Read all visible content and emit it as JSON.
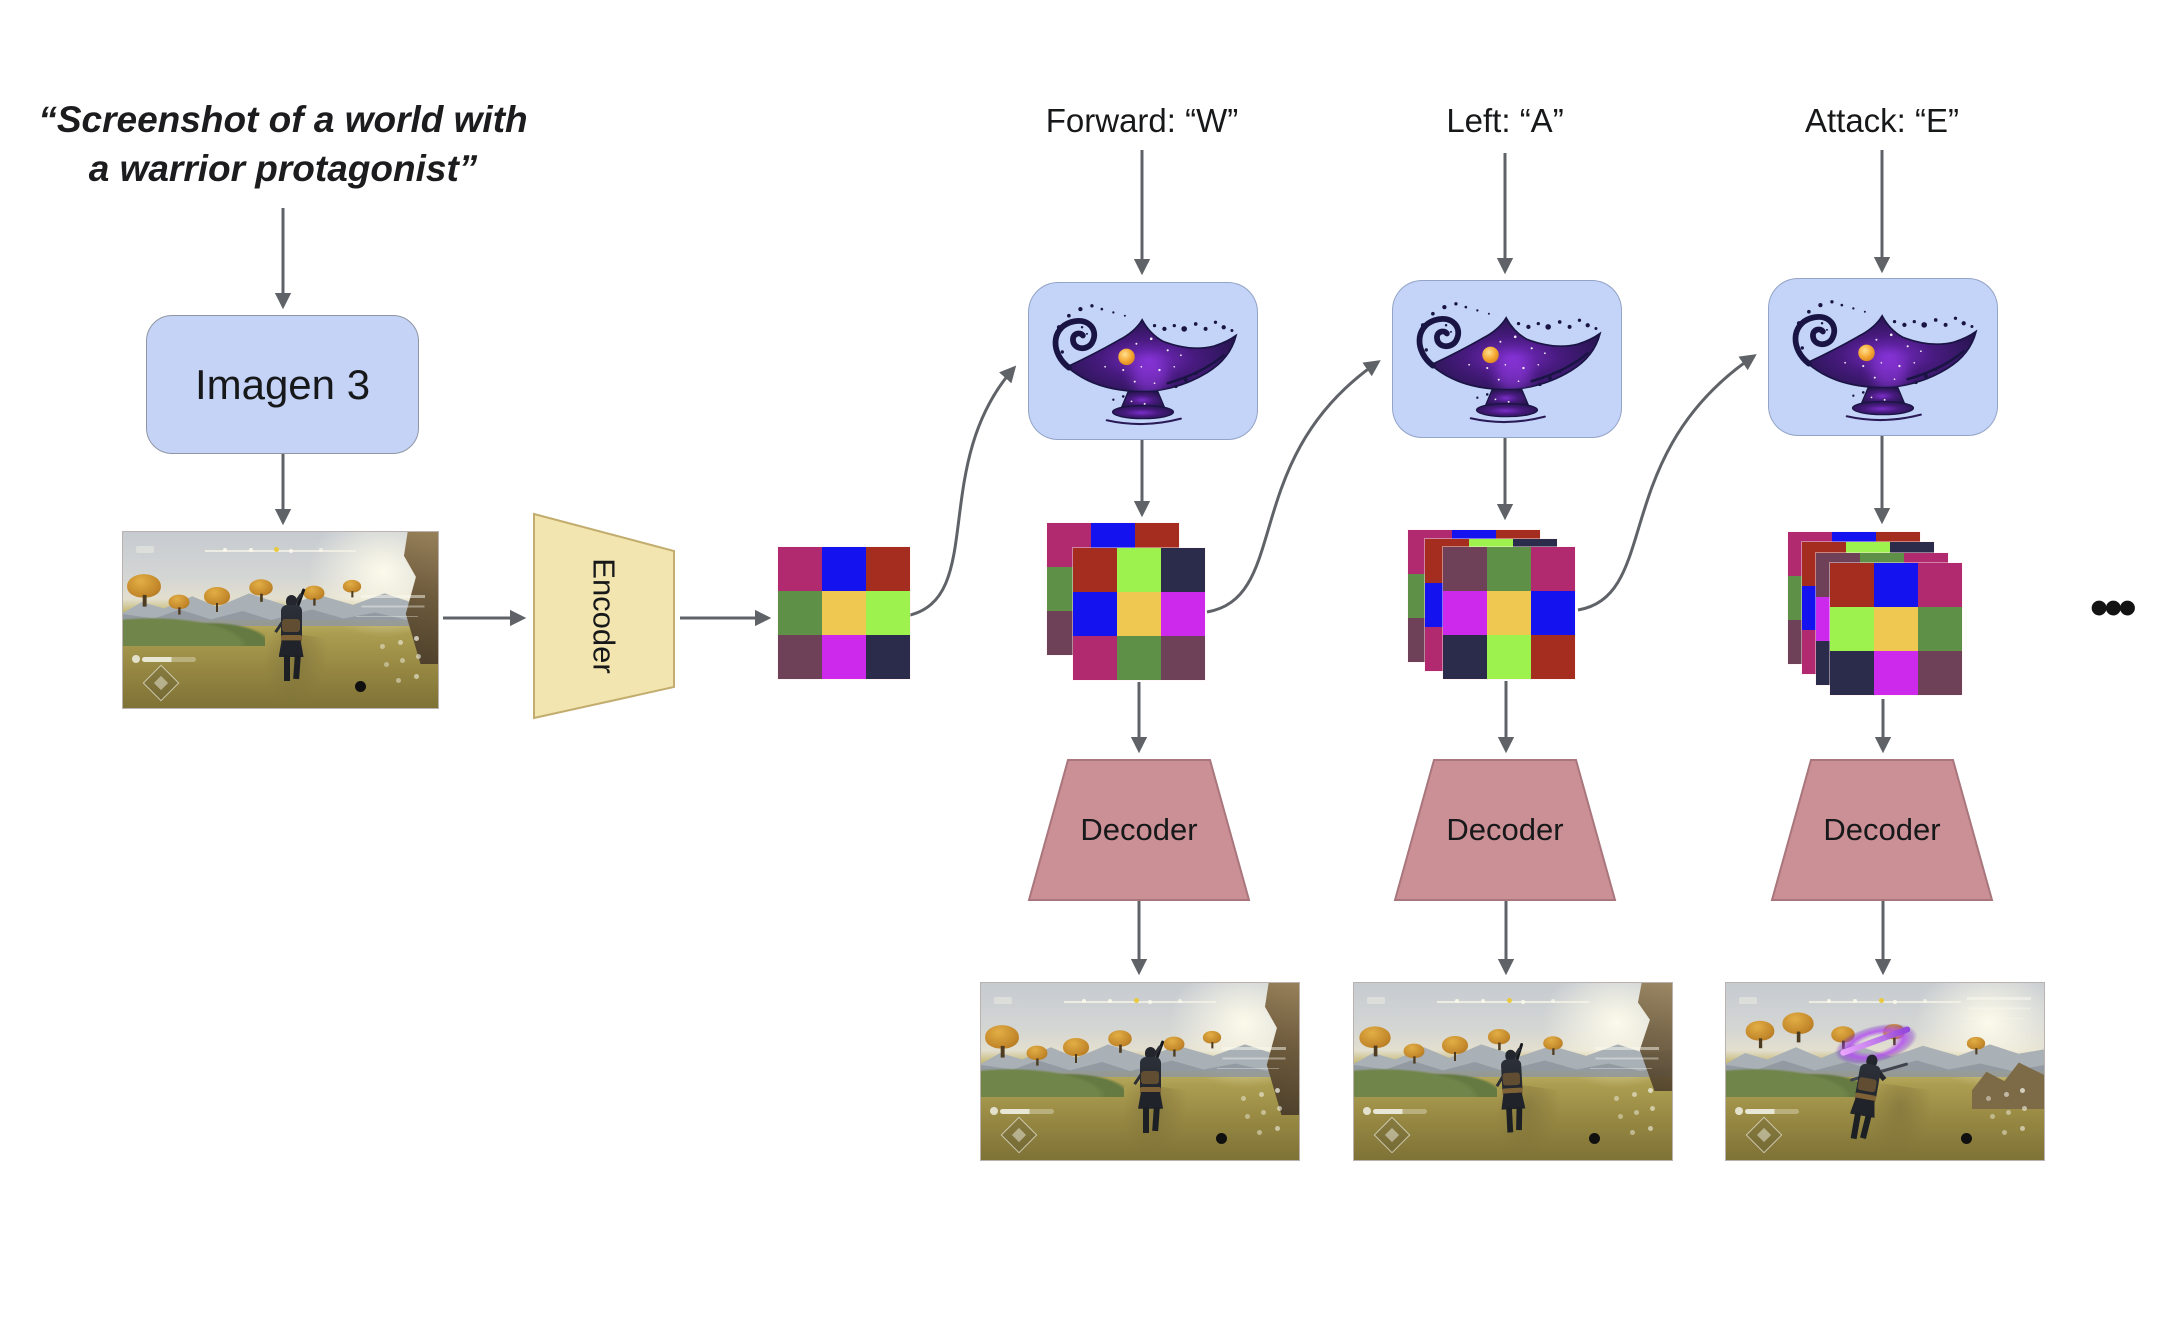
{
  "prompt": "“Screenshot of a world with\na warrior protagonist”",
  "pipeline": {
    "generator_label": "Imagen 3",
    "encoder_label": "Encoder",
    "decoder_label": "Decoder"
  },
  "actions": {
    "forward": "Forward: “W”",
    "left": "Left: “A”",
    "attack": "Attack: “E”"
  },
  "continuation_ellipsis": "•••",
  "icons": {
    "world_model": "genie-lamp-icon",
    "arrow": "flow-arrow"
  },
  "colors": {
    "node_blue": "#c5d3f7",
    "lamp_box_blue": "#c3d4f8",
    "encoder_yellow": "#f3e5af",
    "decoder_rose": "#cb9095",
    "arrow_gray": "#5f6368",
    "text": "#1c1c1e"
  },
  "latent_palette": {
    "crimson": "#b12a70",
    "blue": "#1412ef",
    "darkred": "#a52d20",
    "green": "#5f9047",
    "yellow": "#eec851",
    "lime": "#9df24d",
    "plum": "#6f4159",
    "magenta": "#cc29ec",
    "navy": "#2b2b4c"
  },
  "latent_grids": {
    "grid1": [
      "crimson",
      "blue",
      "darkred",
      "green",
      "yellow",
      "lime",
      "plum",
      "magenta",
      "navy"
    ],
    "grid2": [
      "darkred",
      "lime",
      "navy",
      "blue",
      "yellow",
      "magenta",
      "crimson",
      "green",
      "plum"
    ],
    "grid3": [
      "plum",
      "green",
      "crimson",
      "magenta",
      "yellow",
      "blue",
      "navy",
      "lime",
      "darkred"
    ],
    "grid4": [
      "darkred",
      "blue",
      "crimson",
      "lime",
      "yellow",
      "green",
      "navy",
      "magenta",
      "plum"
    ]
  },
  "latent_stacks": {
    "encoder_output_layers": 1,
    "step1_layers": 2,
    "step2_layers": 3,
    "step3_layers": 4
  }
}
